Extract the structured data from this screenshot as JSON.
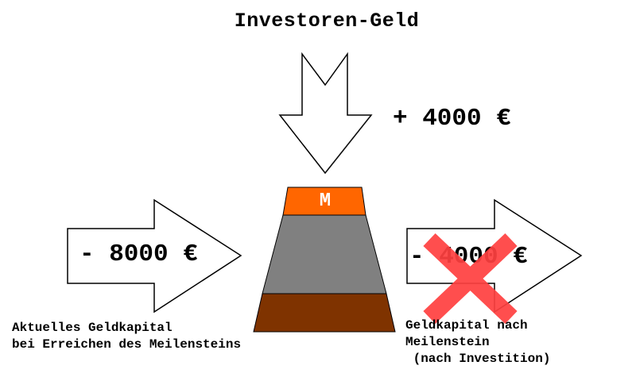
{
  "title": "Investoren-Geld",
  "investor_amount": "+ 4000 €",
  "left_amount": "- 8000 €",
  "right_amount": "- 4000 €",
  "milestone_label": "M",
  "left_caption": {
    "line1": "Aktuelles Geldkapital",
    "line2": "bei Erreichen des Meilensteins"
  },
  "right_caption": {
    "line1": "Geldkapital nach",
    "line2": "Meilenstein",
    "line3": " (nach Investition)"
  },
  "colors": {
    "milestone_top": "#ff6600",
    "milestone_middle": "#808080",
    "milestone_base": "#7f3300",
    "cross": "#ff4040",
    "arrow_fill": "#ffffff",
    "arrow_stroke": "#000000"
  },
  "icons": [
    "down-arrow",
    "right-arrow",
    "cross-mark",
    "milestone-trapezoid"
  ]
}
